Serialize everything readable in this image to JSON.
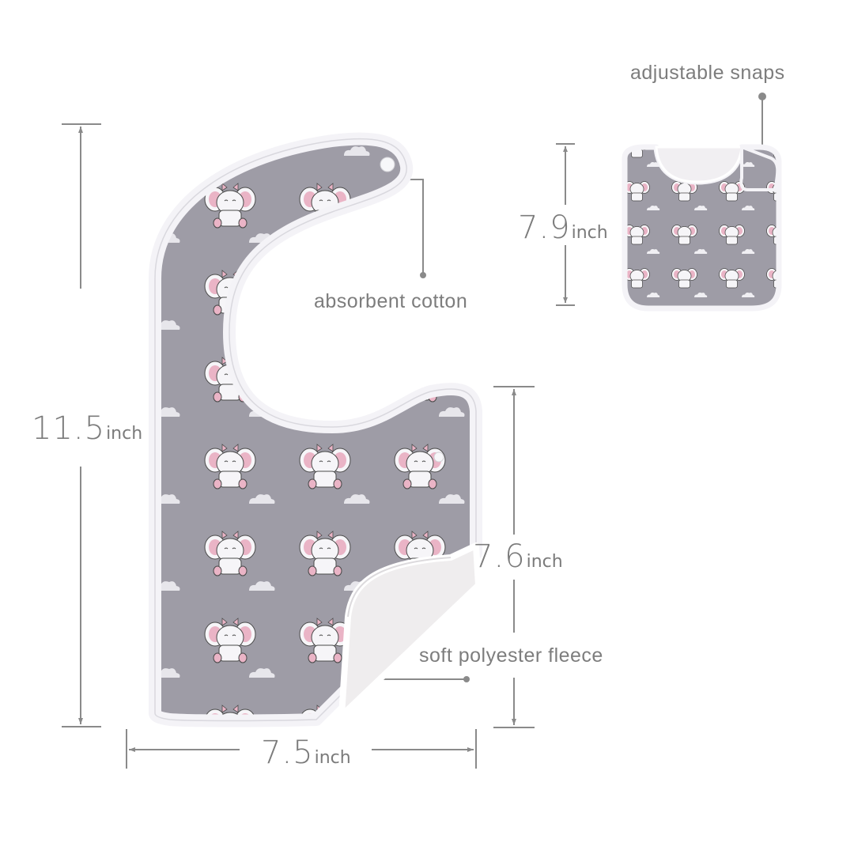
{
  "product": {
    "name": "elephant print baby bib",
    "pattern": "pink elephants with bows and clouds on gray",
    "colors": {
      "fabric": "#9e9ca6",
      "trim": "#f4f3f7",
      "elephant_ear": "#eab4c6",
      "elephant_body": "#f6f5f8",
      "fleece": "#efedee",
      "line": "#8a8a8a",
      "text": "#7b7b7b"
    }
  },
  "dimensions": {
    "height": {
      "value": "11.5",
      "unit": "inch"
    },
    "width": {
      "value": "7.5",
      "unit": "inch"
    },
    "lower_height": {
      "value": "7.6",
      "unit": "inch"
    },
    "small_bib_height": {
      "value": "7.9",
      "unit": "inch"
    }
  },
  "callouts": {
    "snaps": "adjustable snaps",
    "cotton": "absorbent cotton",
    "fleece": "soft polyester fleece"
  }
}
